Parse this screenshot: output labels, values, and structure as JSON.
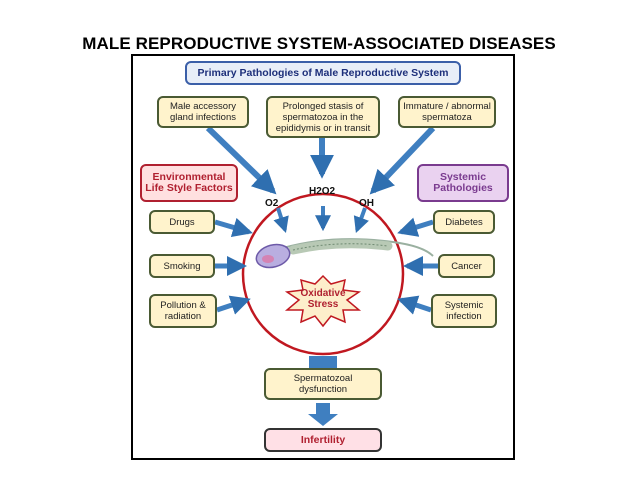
{
  "page_title": "MALE REPRODUCTIVE SYSTEM-ASSOCIATED DISEASES",
  "diagram": {
    "top_header": "Primary Pathologies of Male Reproductive System",
    "primary_causes": [
      "Male accessory gland infections",
      "Prolonged stasis of spermatozoa in the epididymis or in transit",
      "Immature / abnormal spermatoza"
    ],
    "environmental_header": "Environmental Life Style Factors",
    "environmental_factors": [
      "Drugs",
      "Smoking",
      "Pollution & radiation"
    ],
    "systemic_header": "Systemic Pathologies",
    "systemic_factors": [
      "Diabetes",
      "Cancer",
      "Systemic infection"
    ],
    "radicals": [
      "O2",
      "H2O2",
      "OH"
    ],
    "center_label": "Oxidative Stress",
    "outcome": "Spermatozoal dysfunction",
    "final": "Infertility"
  },
  "colors": {
    "arrow": "#3f7fc0",
    "circle_border": "#c01820",
    "factor_box_fill": "#fff3cc",
    "header_blue": "#1d2f7a"
  }
}
